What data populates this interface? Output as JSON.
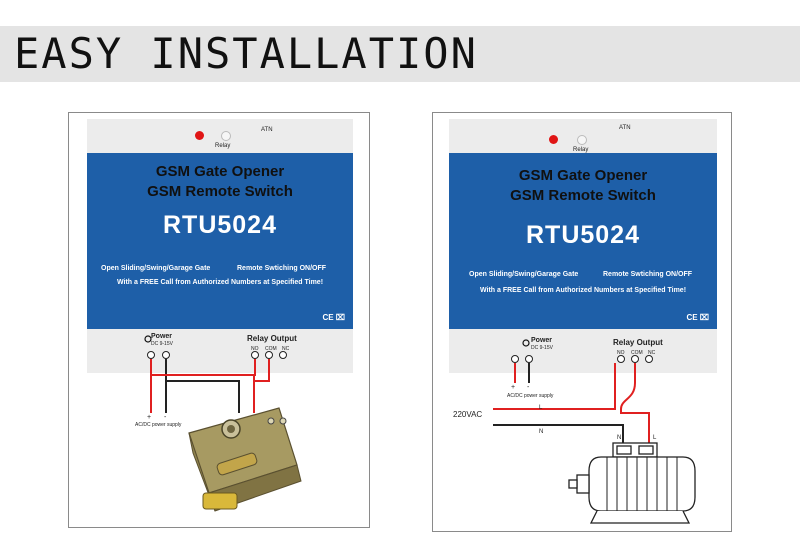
{
  "banner": {
    "title": "EASY INSTALLATION"
  },
  "device": {
    "title_line1": "GSM Gate Opener",
    "title_line2": "GSM Remote Switch",
    "model": "RTU5024",
    "desc_left": "Open Sliding/Swing/Garage Gate",
    "desc_right": "Remote Swtiching ON/OFF",
    "desc_line2": "With a FREE Call from Authorized Numbers at Specified Time!",
    "antenna_label": "ATN",
    "relay_led_label": "Relay",
    "cert_label": "CE ⌧",
    "power_label": "Power",
    "power_sub": "DC 9-15V",
    "relay_output_label": "Relay Output",
    "terminals": [
      "NO",
      "COM",
      "NC"
    ],
    "plus": "+",
    "minus": "-"
  },
  "left_panel": {
    "supply_label": "AC/DC power supply"
  },
  "right_panel": {
    "supply_label": "AC/DC power supply",
    "voltage_label": "220VAC",
    "line_label": "L",
    "neutral_label": "N"
  },
  "colors": {
    "device_blue": "#1e5fa8",
    "wire_red": "#e02020",
    "wire_black": "#222222"
  }
}
